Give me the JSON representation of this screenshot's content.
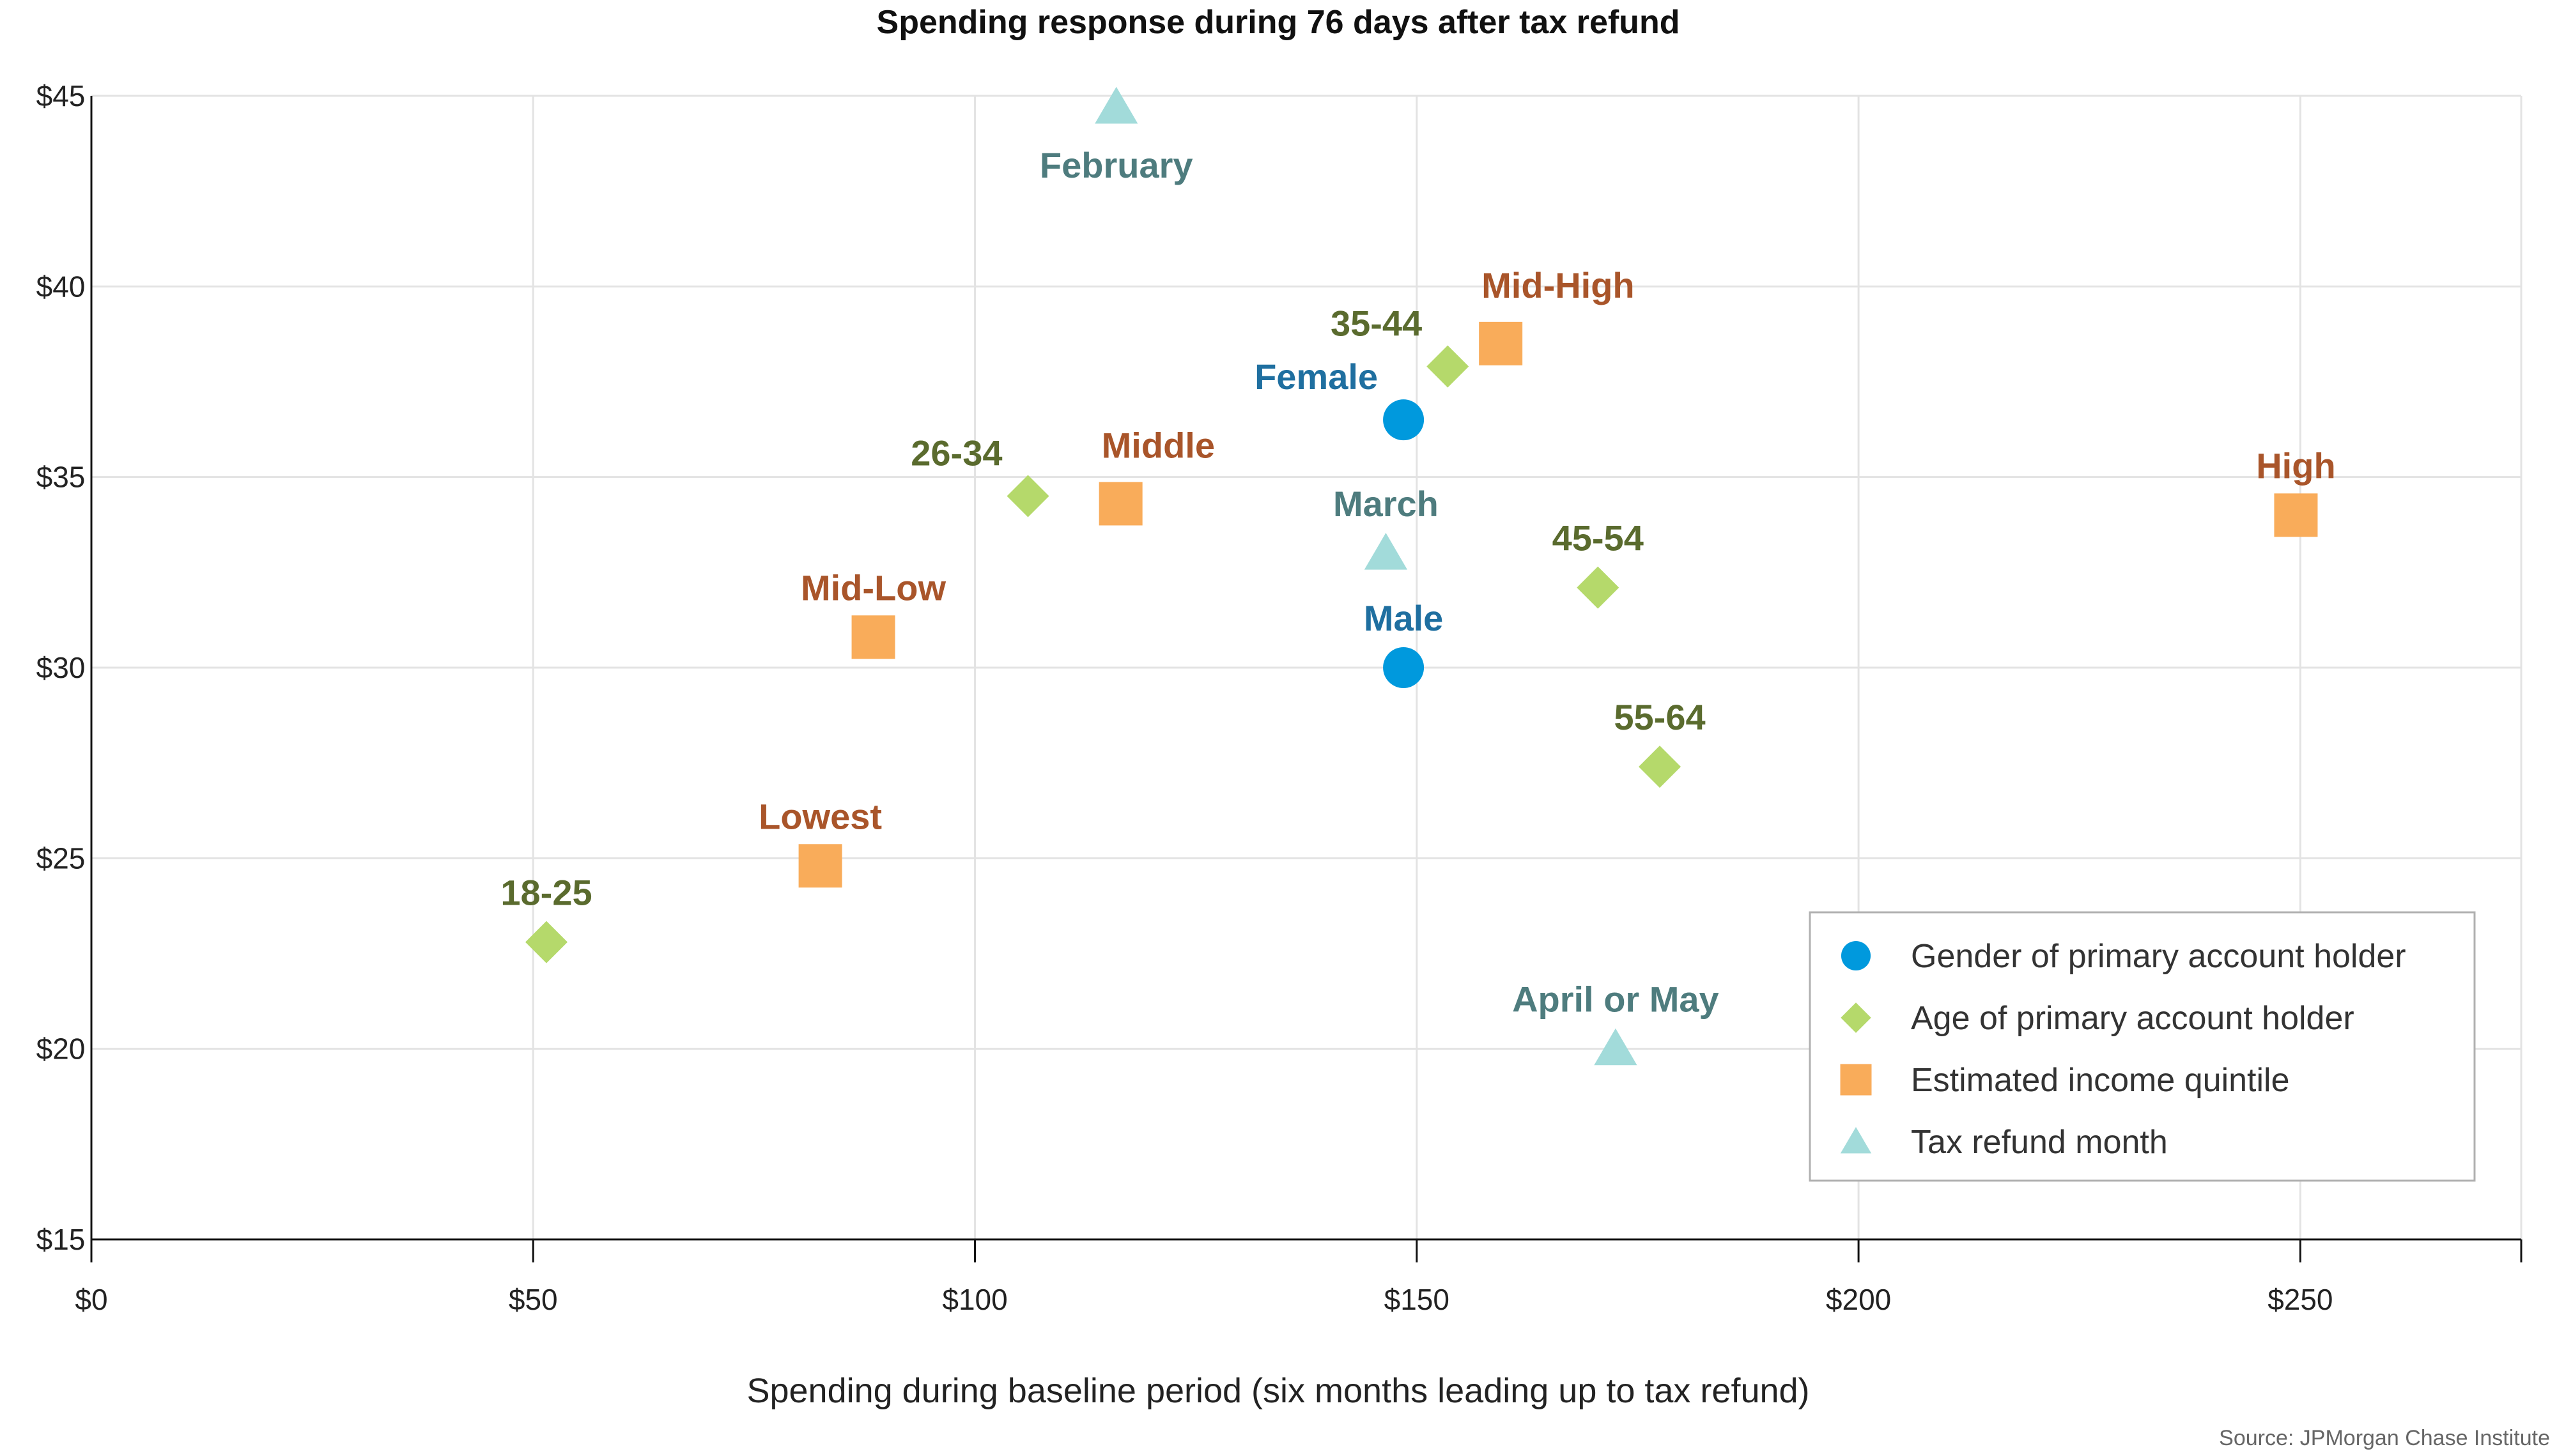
{
  "chart_data": {
    "type": "scatter",
    "title": "Spending response during 76 days after tax refund",
    "xlabel": "Spending during baseline period (six months leading up to tax refund)",
    "ylabel": "",
    "xlim": [
      0,
      275
    ],
    "ylim": [
      15,
      45
    ],
    "x_ticks": [
      "$0",
      "$50",
      "$100",
      "$150",
      "$200",
      "$250"
    ],
    "x_tick_values": [
      0,
      50,
      100,
      150,
      200,
      250
    ],
    "y_ticks": [
      "$45",
      "$40",
      "$35",
      "$30",
      "$25",
      "$20",
      "$15"
    ],
    "y_tick_values": [
      45,
      40,
      35,
      30,
      25,
      20,
      15
    ],
    "grid": true,
    "legend_position": "bottom-right",
    "series": [
      {
        "name": "Gender of primary account holder",
        "marker": "circle",
        "color": "#0099DD",
        "label_color": "#1F6FA0",
        "points": [
          {
            "label": "Female",
            "x": 148.5,
            "y": 36.5,
            "label_pos": "upper-left"
          },
          {
            "label": "Male",
            "x": 148.5,
            "y": 30.0,
            "label_pos": "above"
          }
        ]
      },
      {
        "name": "Age of primary account holder",
        "marker": "diamond",
        "color": "#B5D96B",
        "label_color": "#5A6B2E",
        "points": [
          {
            "label": "18-25",
            "x": 51.5,
            "y": 22.8,
            "label_pos": "above"
          },
          {
            "label": "26-34",
            "x": 106.0,
            "y": 34.5,
            "label_pos": "upper-left"
          },
          {
            "label": "35-44",
            "x": 153.5,
            "y": 37.9,
            "label_pos": "upper-left"
          },
          {
            "label": "45-54",
            "x": 170.5,
            "y": 32.1,
            "label_pos": "above"
          },
          {
            "label": "55-64",
            "x": 177.5,
            "y": 27.4,
            "label_pos": "above"
          }
        ]
      },
      {
        "name": "Estimated income quintile",
        "marker": "square",
        "color": "#F9AC5A",
        "label_color": "#A9552A",
        "points": [
          {
            "label": "Lowest",
            "x": 82.5,
            "y": 24.8,
            "label_pos": "above"
          },
          {
            "label": "Mid-Low",
            "x": 88.5,
            "y": 30.8,
            "label_pos": "above"
          },
          {
            "label": "Middle",
            "x": 116.5,
            "y": 34.3,
            "label_pos": "upper-right"
          },
          {
            "label": "Mid-High",
            "x": 159.5,
            "y": 38.5,
            "label_pos": "upper-right"
          },
          {
            "label": "High",
            "x": 249.5,
            "y": 34.0,
            "label_pos": "above"
          }
        ]
      },
      {
        "name": "Tax refund month",
        "marker": "triangle",
        "color": "#A2DBDA",
        "label_color": "#4E7C7E",
        "points": [
          {
            "label": "February",
            "x": 116.0,
            "y": 44.7,
            "label_pos": "below"
          },
          {
            "label": "March",
            "x": 146.5,
            "y": 33.0,
            "label_pos": "above"
          },
          {
            "label": "April or May",
            "x": 172.5,
            "y": 20.0,
            "label_pos": "above"
          }
        ]
      }
    ]
  },
  "source": "Source: JPMorgan Chase Institute"
}
